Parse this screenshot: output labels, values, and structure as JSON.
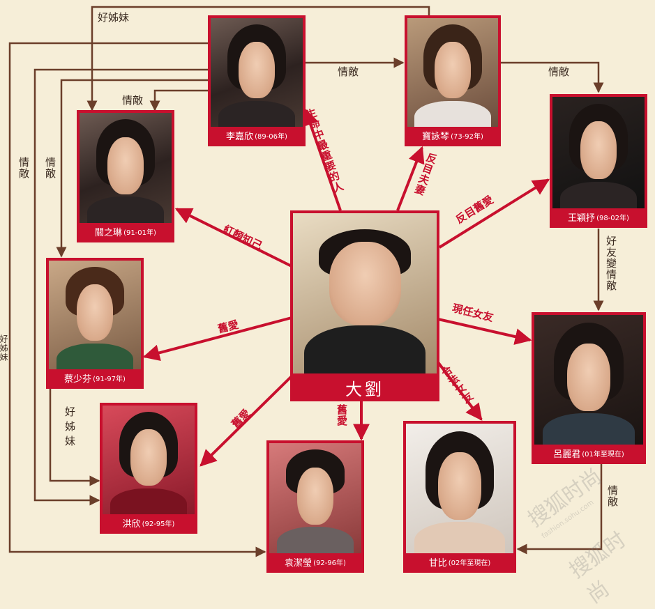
{
  "center": {
    "name": "大劉"
  },
  "people": {
    "li_jiaxin": {
      "name": "李嘉欣",
      "years": "(89-06年)"
    },
    "bao_yongqin": {
      "name": "寶詠琴",
      "years": "(73-92年)"
    },
    "wang_yingshu": {
      "name": "王穎抒",
      "years": "(98-02年)"
    },
    "guan_zhilin": {
      "name": "關之琳",
      "years": "(91-01年)"
    },
    "cai_shaofen": {
      "name": "蔡少芬",
      "years": "(91-97年)"
    },
    "hong_xin": {
      "name": "洪欣",
      "years": "(92-95年)"
    },
    "yuan_jieying": {
      "name": "袁潔瑩",
      "years": "(92-96年)"
    },
    "gan_bi": {
      "name": "甘比",
      "years": "(02年至現在)"
    },
    "lv_lijun": {
      "name": "呂麗君",
      "years": "(01年至現在)"
    }
  },
  "relations": {
    "li": "生命中最重要的人",
    "bao": "反目夫妻",
    "wang": "反目舊愛",
    "guan": "紅顏知己",
    "cai": "舊愛",
    "hong": "舊愛",
    "yuan": "舊愛",
    "ganbi": "合法女友",
    "lv": "現任女友"
  },
  "links": {
    "good_sisters": "好姊妹",
    "rivals": "情敵",
    "friend_to_rival": "好友變情敵"
  },
  "watermark": {
    "text": "搜狐时尚",
    "sub": "fashion.sohu.com"
  },
  "colors": {
    "background": "#f6eed8",
    "accent": "#c8102e",
    "arrow_dark": "#6b3e2a"
  }
}
